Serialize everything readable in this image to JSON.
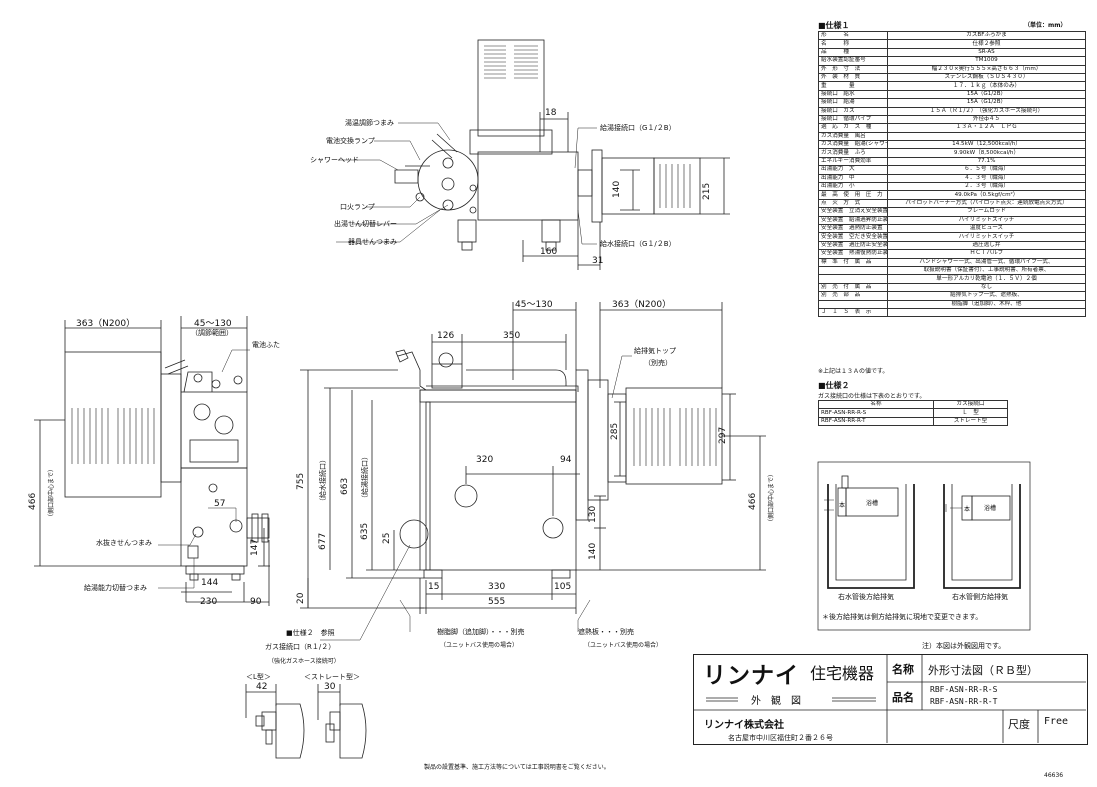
{
  "spec1": {
    "title": "■仕様１",
    "unit": "（単位：mm）",
    "rows": [
      {
        "k": "形　　　名",
        "v": "ガスBFふろがま"
      },
      {
        "k": "名　　　称",
        "v": "仕様２参照"
      },
      {
        "k": "品　　　種",
        "v": "SR-AS"
      },
      {
        "k": "給水装置認証番号",
        "v": "TM1009"
      },
      {
        "k": "外　形　寸　法",
        "v": "幅２３０×奥行５５５×高さ６６３（mm）"
      },
      {
        "k": "外　装　材　質",
        "v": "ステンレス鋼板（ＳＵＳ４３０）"
      },
      {
        "k": "重　　　　量",
        "v": "１７．１ｋｇ（本体のみ）"
      },
      {
        "k": "接続口　給水",
        "v": "15A（G1/2B）"
      },
      {
        "k": "接続口　給湯",
        "v": "15A（G1/2B）"
      },
      {
        "k": "接続口　ガス",
        "v": "１５Ａ（Ｒ１/２）　（強化ガスホース接続可）"
      },
      {
        "k": "接続口　循環パイプ",
        "v": "外径ф４５"
      },
      {
        "k": "適　応　ガ　ス　種",
        "v": "１３Ａ・１２Ａ　ＬＰＧ"
      },
      {
        "k": "ガス消費量　風呂",
        "v": ""
      },
      {
        "k": "ガス消費量　給湯(シャワー)",
        "v": "14.5kW（12,500kcal/h）"
      },
      {
        "k": "ガス消費量　ふろ",
        "v": "9.90kW（8,500kcal/h）"
      },
      {
        "k": "エネルギー消費効率",
        "v": "77.1%"
      },
      {
        "k": "出湯能力　大",
        "v": "６．５号（職海）"
      },
      {
        "k": "出湯能力　中",
        "v": "４．３号（職海）"
      },
      {
        "k": "出湯能力　小",
        "v": "２．３号（職海）"
      },
      {
        "k": "最　高　使　用　圧　力",
        "v": "49.0kPa（0.5kgf/cm²）"
      },
      {
        "k": "点　火　方　式",
        "v": "パイロットバーナー方式（パイロット点火：連続放電点火方式）"
      },
      {
        "k": "安全装置　立消え安全装置",
        "v": "フレームロッド"
      },
      {
        "k": "安全装置　給湯過昇防止装置",
        "v": "ハイリミットスイッチ"
      },
      {
        "k": "安全装置　過熱防止装置",
        "v": "温度ヒューズ"
      },
      {
        "k": "安全装置　空だき安全装置",
        "v": "ハイリミットスイッチ"
      },
      {
        "k": "安全装置　過圧防止安全装置",
        "v": "過圧逃し弁"
      },
      {
        "k": "安全装置　熱湯復熱防止装置",
        "v": "ＨＣＴバルブ"
      },
      {
        "k": "標　準　付　属　品",
        "v": "ハンドシャワー一式、出湯管一式、循環パイプ一式、"
      },
      {
        "k": "",
        "v": "取扱説明書（保証書付）、工事説明書、所有者票、"
      },
      {
        "k": "",
        "v": "単一形アルカリ乾電池（１．５Ｖ）２個"
      },
      {
        "k": "別　売　付　属　品",
        "v": "なし"
      },
      {
        "k": "別　売　部　品",
        "v": "給排気トップ一式、遮熱板、"
      },
      {
        "k": "",
        "v": "樹脂脚（追加脚）、木枠、他"
      },
      {
        "k": "Ｊ　Ｉ　Ｓ　表　示",
        "v": ""
      }
    ],
    "note": "※上記は１３Ａの値です。"
  },
  "spec2": {
    "title": "■仕様２",
    "note": "ガス接続口の仕様は下表のとおりです。",
    "headers": [
      "名称",
      "ガス接続口"
    ],
    "rows": [
      {
        "name": "RBF-ASN-RR-R-S",
        "gas": "Ｌ　型"
      },
      {
        "name": "RBF-ASN-RR-R-T",
        "gas": "ストレート型"
      }
    ]
  },
  "install": {
    "fig1_caption": "右水管後方給排気",
    "fig2_caption": "右水管側方給排気",
    "tub_label_1": "浴槽",
    "tub_label_2": "浴槽",
    "unit_label_1": "本",
    "unit_label_2": "本",
    "footnote": "＊後方給排気は側方給排気に現地で変更できます。"
  },
  "top_view": {
    "dim_18": "18",
    "dim_160": "160",
    "dim_31": "31",
    "dim_140": "140",
    "dim_215": "215",
    "labels": {
      "temp_knob": "湯温調節つまみ",
      "battery": "電池交換ランプ",
      "shower": "シャワーヘッド",
      "pilot_lamp": "口火ランプ",
      "outlet_lever": "出湯せん切替レバー",
      "appliance_knob": "器具せんつまみ",
      "hot_outlet": "給湯接続口（G１/２B）",
      "water_inlet": "給水接続口（G１/２B）"
    }
  },
  "side_view": {
    "dim_363": "363（N200）",
    "dim_45_130": "45～130",
    "adjust_range": "（調節範囲）",
    "battery_cover": "電池ふた",
    "dim_466": "466",
    "dim_466_note": "（側口部中心まで）",
    "dim_57": "57",
    "dim_147": "147",
    "dim_144": "144",
    "dim_230": "230",
    "dim_90": "90",
    "drain_knob": "水抜きせんつまみ",
    "supply_switch": "給湯能力切替つまみ"
  },
  "front_view": {
    "dim_45_130": "45～130",
    "dim_363": "363（N200）",
    "dim_126": "126",
    "dim_350": "350",
    "exhaust_top": "給排気トップ",
    "exhaust_top_note": "（別売）",
    "dim_755": "755",
    "dim_755_note": "（給水接続口）",
    "dim_677": "677",
    "dim_663": "663",
    "dim_635": "635",
    "dim_635_note": "（給湯接続口）",
    "dim_320": "320",
    "dim_94": "94",
    "dim_285": "285",
    "dim_297": "297",
    "dim_466": "466",
    "dim_466_note": "（側口部中心まで）",
    "dim_130": "130",
    "dim_140": "140",
    "dim_25": "25",
    "dim_20": "20",
    "dim_15": "15",
    "dim_330": "330",
    "dim_105": "105",
    "dim_555": "555"
  },
  "bottom_notes": {
    "spec2_ref": "■仕様２　参照",
    "gas_inlet": "ガス接続口（R１/２）",
    "gas_inlet_note": "（強化ガスホース接続可）",
    "l_type": "＜L型＞",
    "l_dim": "42",
    "straight_type": "＜ストレート型＞",
    "straight_dim": "30",
    "resin_leg": "樹脂脚（追加脚）・・・別売",
    "resin_leg_note": "（ユニットバス使用の場合）",
    "heat_shield": "遮熱板・・・別売",
    "heat_shield_note": "（ユニットバス使用の場合）"
  },
  "note_right": "注）本図は外観図用です。",
  "title_block": {
    "brand": "リンナイ",
    "brand_sub": "住宅機器",
    "view_label": "外　観　図",
    "company": "リンナイ株式会社",
    "address": "名古屋市中川区福住町２番２６号",
    "name_label": "名称",
    "name_value": "外形寸法図（ＲＢ型）",
    "product_label": "品名",
    "product_1": "RBF-ASN-RR-R-S",
    "product_2": "RBF-ASN-RR-R-T",
    "scale_label": "尺度",
    "scale_value": "Free"
  },
  "footer_note": "製品の設置基準、施工方法等については工事説明書をご覧ください。",
  "doc_number": "46636"
}
